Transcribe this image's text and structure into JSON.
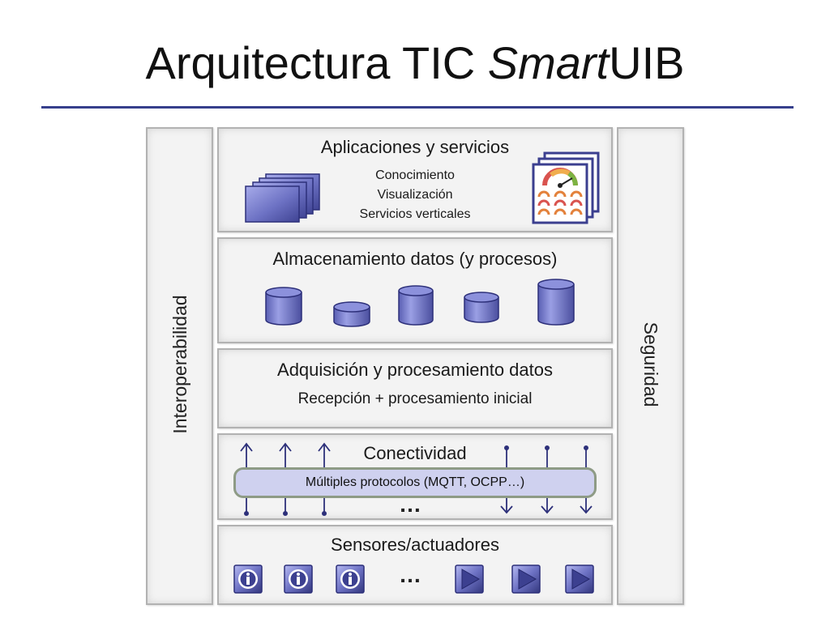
{
  "title": {
    "prefix": "Arquitectura TIC ",
    "emphasis": "Smart",
    "suffix": "UIB"
  },
  "left_column": {
    "label": "Interoperabilidad"
  },
  "right_column": {
    "label": "Seguridad"
  },
  "layers": {
    "applications": {
      "title": "Aplicaciones y servicios",
      "items": [
        "Conocimiento",
        "Visualización",
        "Servicios verticales"
      ],
      "icons": [
        "document-stack-icon",
        "dashboard-gauges-icon"
      ]
    },
    "storage": {
      "title": "Almacenamiento datos (y procesos)",
      "icons": [
        "database-icon",
        "database-icon",
        "database-icon",
        "database-icon",
        "database-icon"
      ]
    },
    "acquisition": {
      "title": "Adquisición y procesamiento datos",
      "subtitle": "Recepción + procesamiento inicial"
    },
    "connectivity": {
      "title": "Conectividad",
      "protocols": "Múltiples protocolos (MQTT, OCPP…)",
      "ellipsis": "…"
    },
    "sensors": {
      "title": "Sensores/actuadores",
      "ellipsis": "…",
      "icons": [
        "info-icon",
        "info-icon",
        "info-icon",
        "play-icon",
        "play-icon",
        "play-icon"
      ]
    }
  },
  "colors": {
    "accent": "#363f8c",
    "icon_fill": "#6d72c4",
    "protocol_fill": "#cfd1ef",
    "protocol_border": "#8e9b86"
  }
}
